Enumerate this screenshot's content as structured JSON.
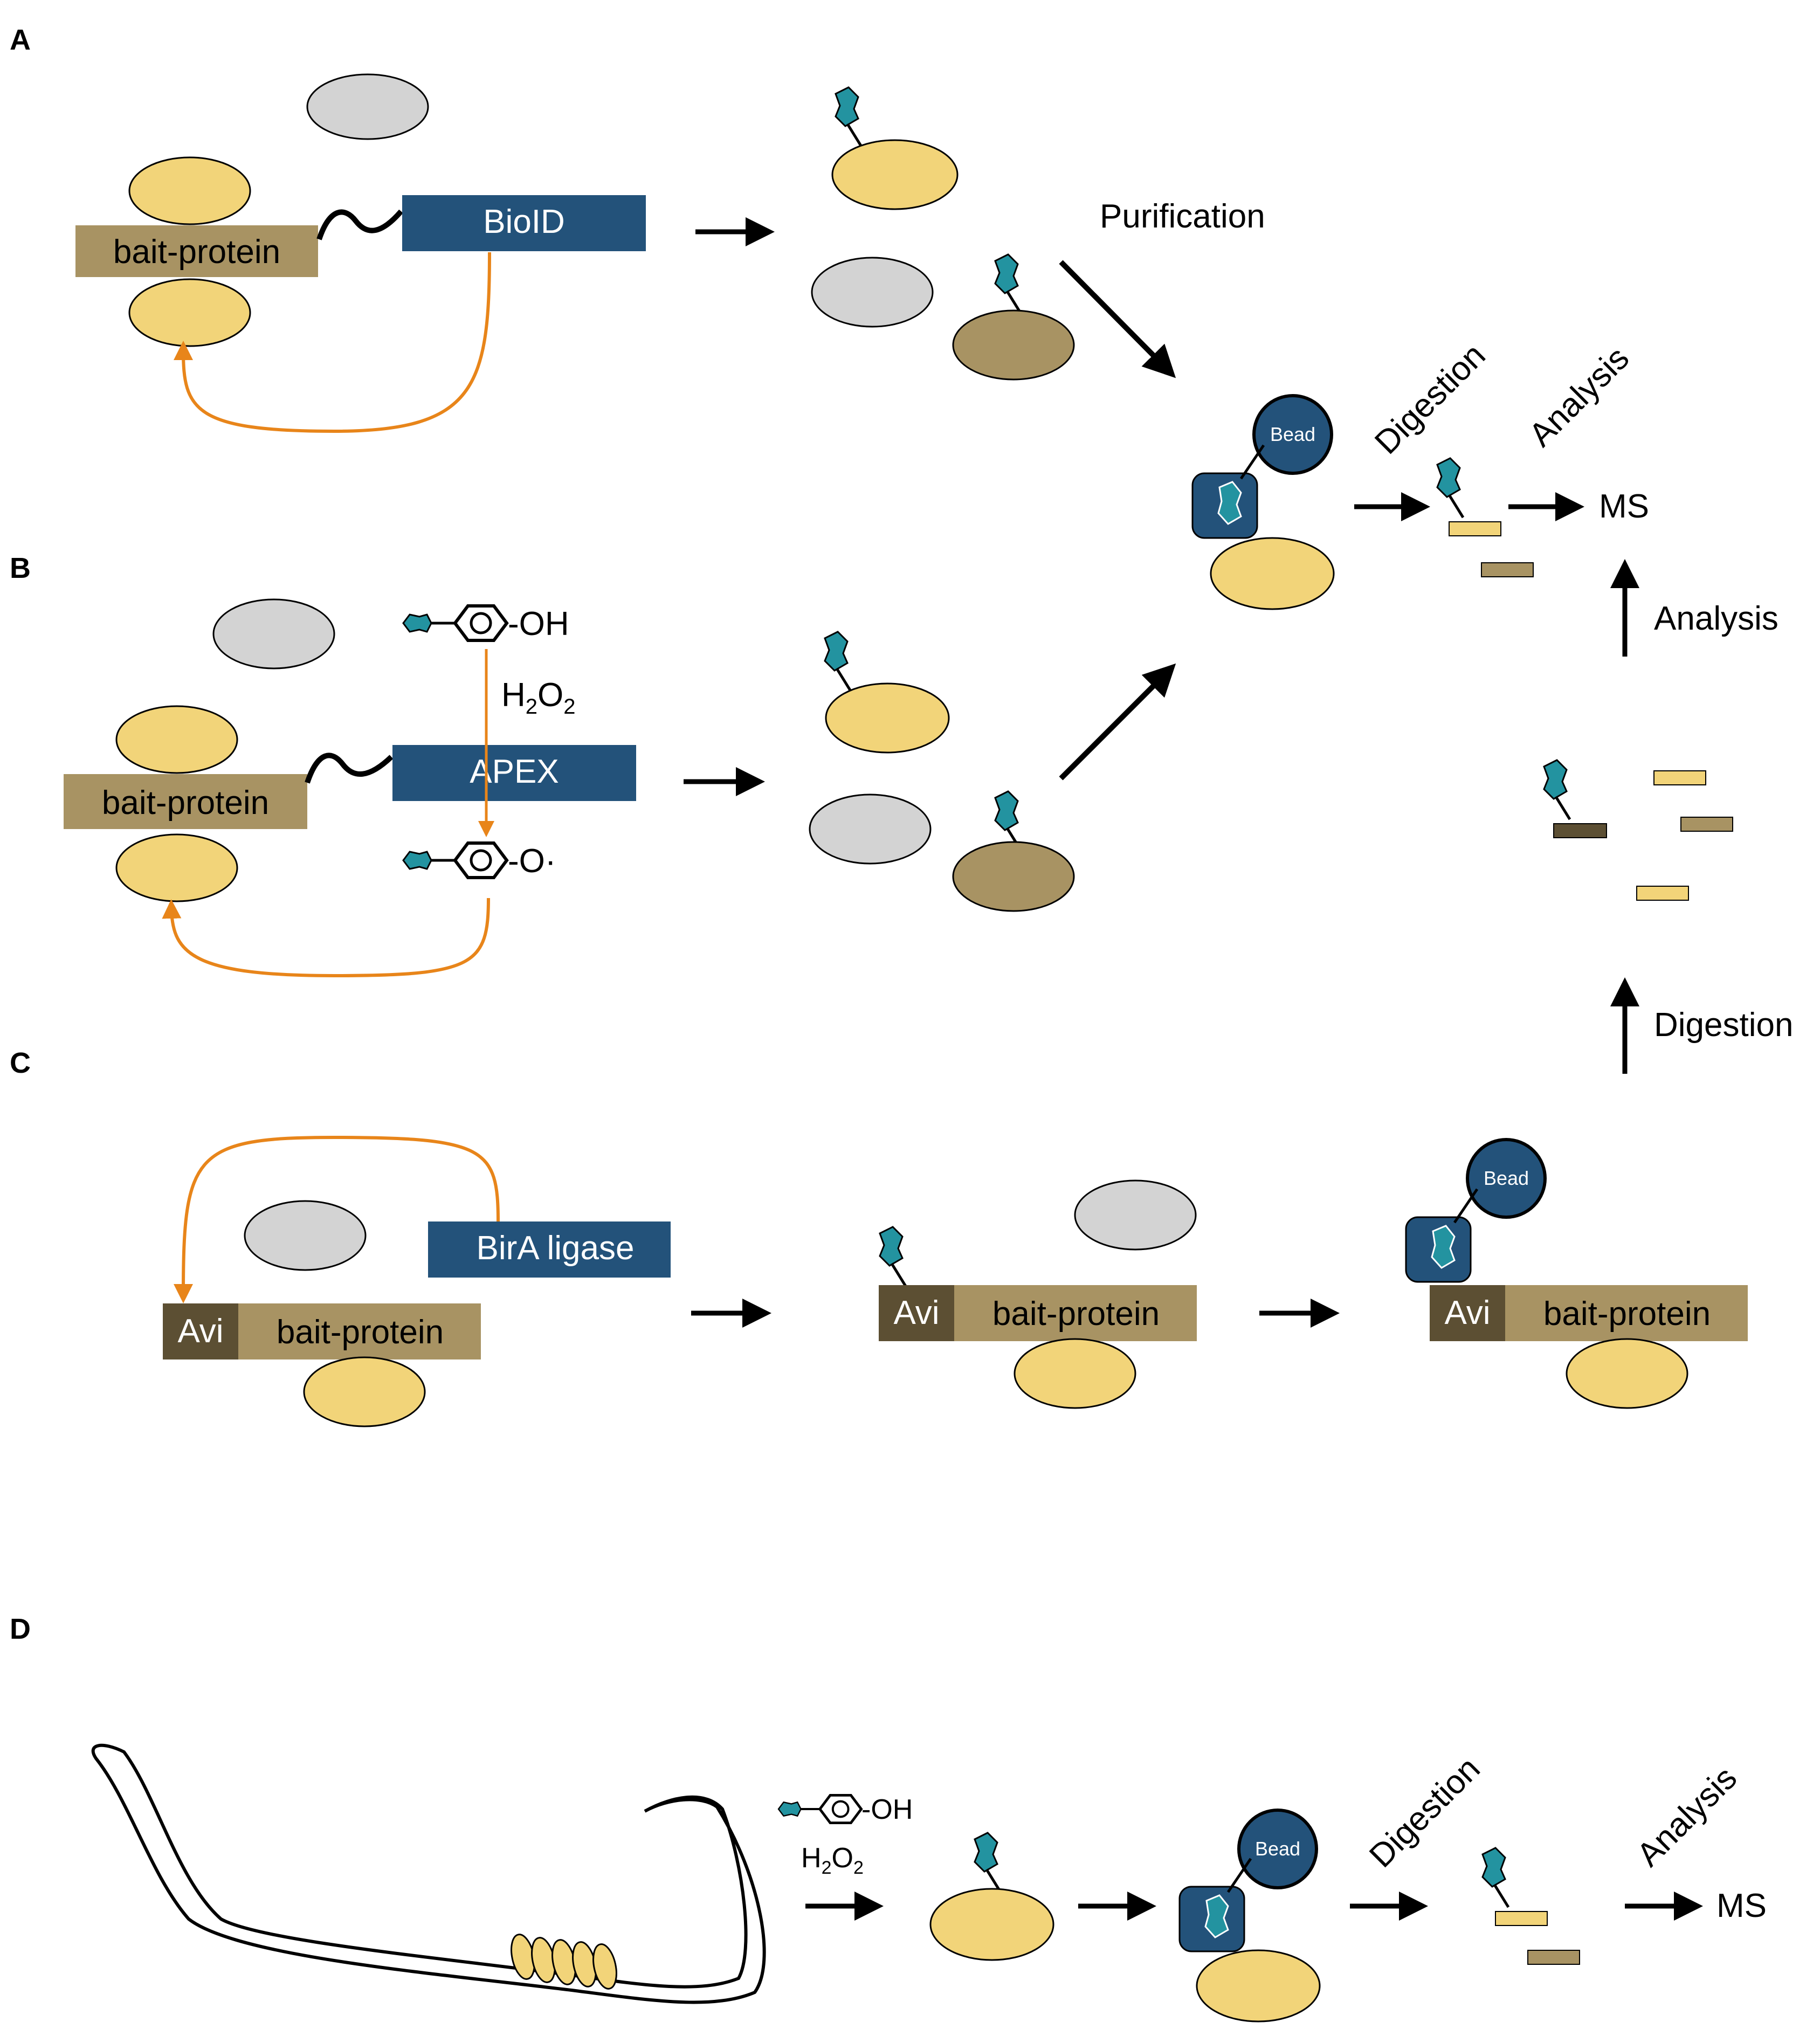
{
  "panels": {
    "a": "A",
    "b": "B",
    "c": "C",
    "d": "D"
  },
  "labels": {
    "bait_protein": "bait-protein",
    "biolid": "BioID",
    "apex": "APEX",
    "birA": "BirA ligase",
    "avi": "Avi",
    "bead": "Bead",
    "purification": "Purification",
    "digestion": "Digestion",
    "analysis": "Analysis",
    "ms": "MS",
    "h2o2_h": "H",
    "h2o2_o": "O",
    "sub2": "2",
    "oh": "-OH",
    "oradical": "-O·"
  },
  "colors": {
    "bait": "#a89363",
    "prey_yellow": "#f2d479",
    "grey": "#d3d3d3",
    "brown_prey": "#a89363",
    "enzyme_blue": "#23527a",
    "biotin_teal": "#2393a0",
    "orange_arrow": "#e8851a",
    "avi_dark": "#5c4f33"
  }
}
